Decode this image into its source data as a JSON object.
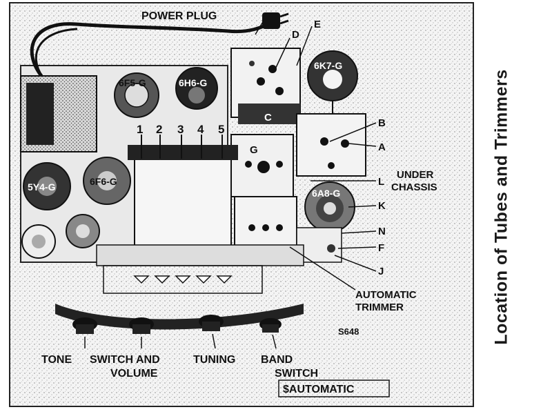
{
  "caption": "Location of Tubes and Trimmers",
  "labels": {
    "power_plug": "POWER PLUG",
    "tube_6f5g": "6F5-G",
    "tube_6h6g": "6H6-G",
    "tube_6k7g": "6K7-G",
    "tube_5y4g": "5Y4-G",
    "tube_6f6g": "6F6-G",
    "tube_6a8g": "6A8-G",
    "trimmer_d": "D",
    "trimmer_e": "E",
    "trimmer_c": "C",
    "trimmer_b": "B",
    "trimmer_a": "A",
    "trimmer_g": "G",
    "trimmer_l": "L",
    "trimmer_k": "K",
    "trimmer_n": "N",
    "trimmer_f": "F",
    "trimmer_j": "J",
    "num_1": "1",
    "num_2": "2",
    "num_3": "3",
    "num_4": "4",
    "num_5": "5",
    "under_chassis_1": "UNDER",
    "under_chassis_2": "CHASSIS",
    "automatic_trimmer_1": "AUTOMATIC",
    "automatic_trimmer_2": "TRIMMER",
    "part_number": "S648",
    "tone": "TONE",
    "switch_and_volume_1": "SWITCH AND",
    "switch_and_volume_2": "VOLUME",
    "tuning": "TUNING",
    "band_switch_1": "BAND",
    "band_switch_2": "SWITCH",
    "band_switch_3": "$AUTOMATIC"
  },
  "colors": {
    "ink": "#111111",
    "paper": "#ffffff"
  }
}
